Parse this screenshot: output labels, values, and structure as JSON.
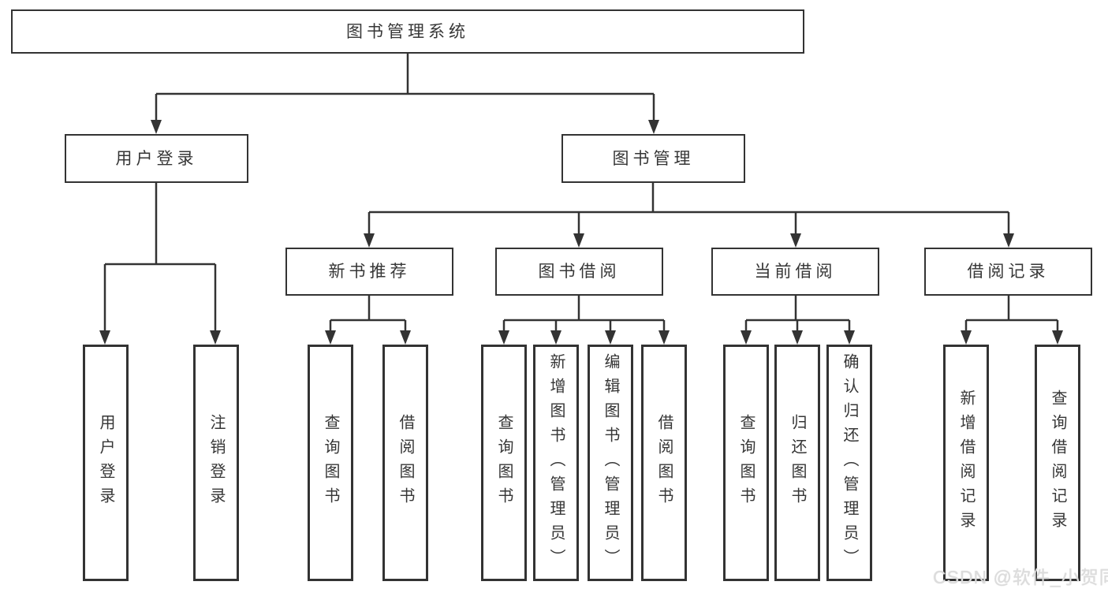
{
  "colors": {
    "background": "#ffffff",
    "line": "#333333",
    "box_border": "#333333",
    "text": "#363636",
    "watermark": "#dcdcdc"
  },
  "watermark": {
    "text": "CSDN @软件_小贺同学"
  },
  "tree": {
    "root": {
      "label": "图书管理系统"
    },
    "branches": [
      {
        "label": "用户登录",
        "children": [
          {
            "label": "用户登录"
          },
          {
            "label": "注销登录"
          }
        ]
      },
      {
        "label": "图书管理",
        "children": [
          {
            "label": "新书推荐",
            "children": [
              {
                "label": "查询图书"
              },
              {
                "label": "借阅图书"
              }
            ]
          },
          {
            "label": "图书借阅",
            "children": [
              {
                "label": "查询图书"
              },
              {
                "label": "新增图书（管理员）"
              },
              {
                "label": "编辑图书（管理员）"
              },
              {
                "label": "借阅图书"
              }
            ]
          },
          {
            "label": "当前借阅",
            "children": [
              {
                "label": "查询图书"
              },
              {
                "label": "归还图书"
              },
              {
                "label": "确认归还（管理员）"
              }
            ]
          },
          {
            "label": "借阅记录",
            "children": [
              {
                "label": "新增借阅记录"
              },
              {
                "label": "查询借阅记录"
              }
            ]
          }
        ]
      }
    ]
  }
}
